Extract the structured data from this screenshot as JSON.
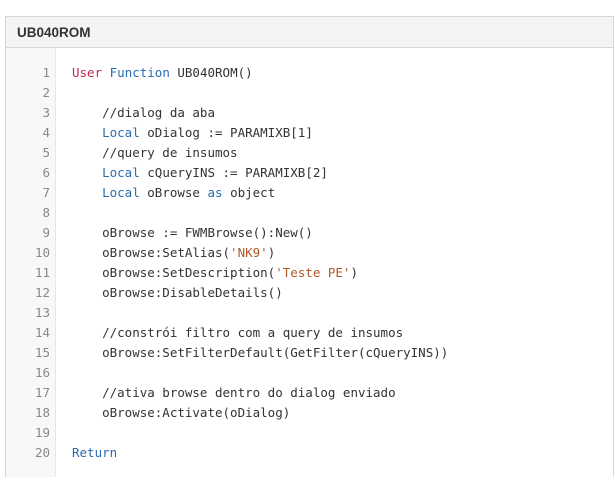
{
  "header": {
    "title": "UB040ROM"
  },
  "colors": {
    "keyword_red": "#c7254e",
    "keyword_blue": "#2a6cb0",
    "string": "#b05a2a",
    "text": "#333333",
    "line_number": "#888888"
  },
  "code_lines": [
    {
      "n": "1",
      "tokens": [
        {
          "t": "User",
          "k": "kw-red"
        },
        {
          "t": " ",
          "k": "plain"
        },
        {
          "t": "Function",
          "k": "kw-blue"
        },
        {
          "t": " UB040ROM()",
          "k": "plain"
        }
      ]
    },
    {
      "n": "2",
      "tokens": []
    },
    {
      "n": "3",
      "tokens": [
        {
          "t": "    //dialog da aba",
          "k": "comment"
        }
      ]
    },
    {
      "n": "4",
      "tokens": [
        {
          "t": "    ",
          "k": "plain"
        },
        {
          "t": "Local",
          "k": "kw-blue"
        },
        {
          "t": " oDialog := PARAMIXB[1]",
          "k": "plain"
        }
      ]
    },
    {
      "n": "5",
      "tokens": [
        {
          "t": "    //query de insumos",
          "k": "comment"
        }
      ]
    },
    {
      "n": "6",
      "tokens": [
        {
          "t": "    ",
          "k": "plain"
        },
        {
          "t": "Local",
          "k": "kw-blue"
        },
        {
          "t": " cQueryINS := PARAMIXB[2]",
          "k": "plain"
        }
      ]
    },
    {
      "n": "7",
      "tokens": [
        {
          "t": "    ",
          "k": "plain"
        },
        {
          "t": "Local",
          "k": "kw-blue"
        },
        {
          "t": " oBrowse ",
          "k": "plain"
        },
        {
          "t": "as",
          "k": "kw-blue"
        },
        {
          "t": " object",
          "k": "plain"
        }
      ]
    },
    {
      "n": "8",
      "tokens": []
    },
    {
      "n": "9",
      "tokens": [
        {
          "t": "    oBrowse := FWMBrowse():New()",
          "k": "plain"
        }
      ]
    },
    {
      "n": "10",
      "tokens": [
        {
          "t": "    oBrowse:SetAlias(",
          "k": "plain"
        },
        {
          "t": "'NK9'",
          "k": "str"
        },
        {
          "t": ")",
          "k": "plain"
        }
      ]
    },
    {
      "n": "11",
      "tokens": [
        {
          "t": "    oBrowse:SetDescription(",
          "k": "plain"
        },
        {
          "t": "'Teste PE'",
          "k": "str"
        },
        {
          "t": ")",
          "k": "plain"
        }
      ]
    },
    {
      "n": "12",
      "tokens": [
        {
          "t": "    oBrowse:DisableDetails()",
          "k": "plain"
        }
      ]
    },
    {
      "n": "13",
      "tokens": []
    },
    {
      "n": "14",
      "tokens": [
        {
          "t": "    //constrói filtro com a query de insumos",
          "k": "comment"
        }
      ]
    },
    {
      "n": "15",
      "tokens": [
        {
          "t": "    oBrowse:SetFilterDefault(GetFilter(cQueryINS))",
          "k": "plain"
        }
      ]
    },
    {
      "n": "16",
      "tokens": []
    },
    {
      "n": "17",
      "tokens": [
        {
          "t": "    //ativa browse dentro do dialog enviado",
          "k": "comment"
        }
      ]
    },
    {
      "n": "18",
      "tokens": [
        {
          "t": "    oBrowse:Activate(oDialog)",
          "k": "plain"
        }
      ]
    },
    {
      "n": "19",
      "tokens": []
    },
    {
      "n": "20",
      "tokens": [
        {
          "t": "Return",
          "k": "kw-blue"
        }
      ]
    }
  ]
}
